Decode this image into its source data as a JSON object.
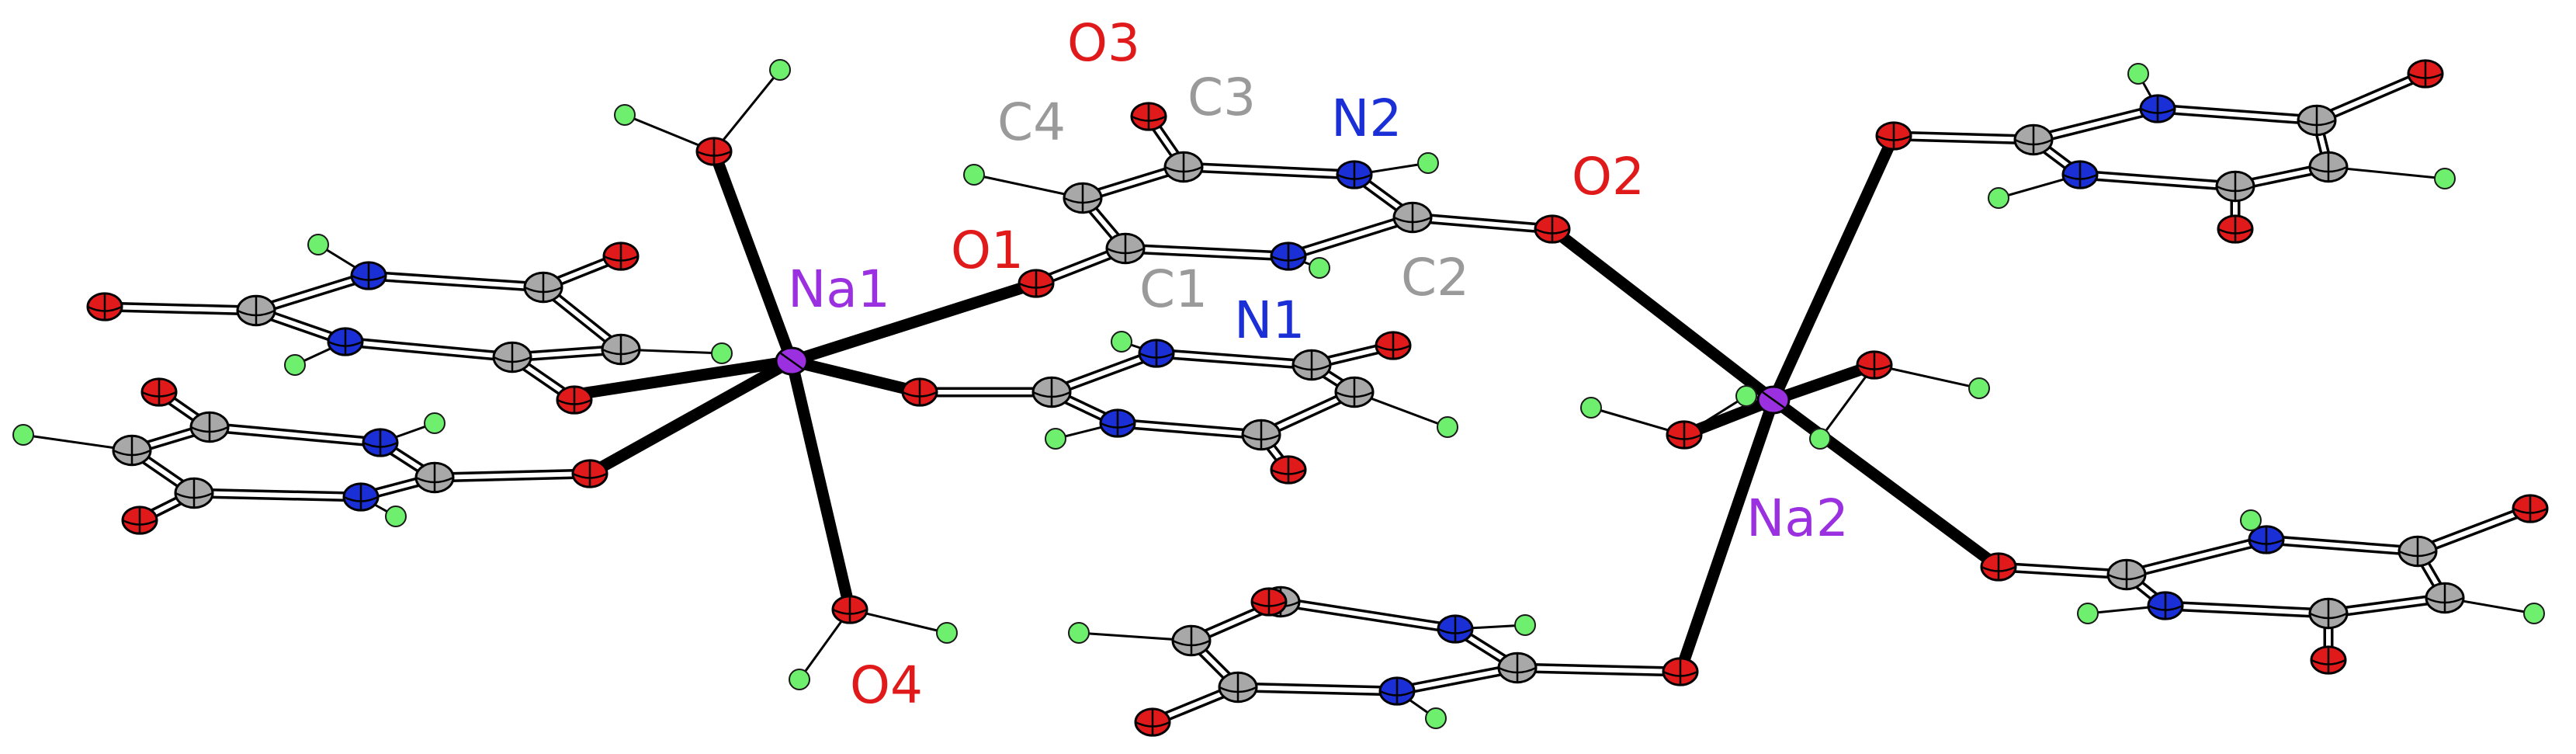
{
  "colors": {
    "carbon": "#a8a8a8",
    "nitrogen": "#1a2fd6",
    "oxygen": "#e01a1a",
    "sodium": "#9a30e0",
    "hydrogen": "#6ef06e",
    "bond": "#000000",
    "label_carbon": "#9a9a9a",
    "label_nitrogen": "#1a2fd6",
    "label_oxygen": "#e01a1a",
    "label_sodium": "#9a30e0"
  },
  "labels": {
    "na1": "Na1",
    "na2": "Na2",
    "o1": "O1",
    "o2": "O2",
    "o3": "O3",
    "o4": "O4",
    "n1": "N1",
    "n2": "N2",
    "c1": "C1",
    "c2": "C2",
    "c3": "C3",
    "c4": "C4"
  }
}
